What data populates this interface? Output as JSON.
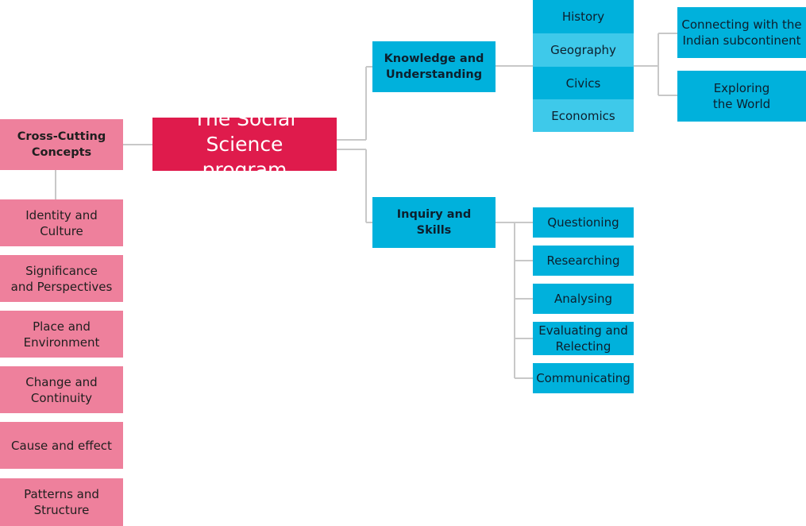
{
  "root": {
    "label": "The Social Science\nprogram"
  },
  "cross_cutting": {
    "label": "Cross-Cutting\nConcepts",
    "items": [
      "Identity and Culture",
      "Significance\nand Perspectives",
      "Place and\nEnvironment",
      "Change and\nContinuity",
      "Cause and effect",
      "Patterns and\nStructure"
    ]
  },
  "knowledge": {
    "label": "Knowledge and\nUnderstanding",
    "subjects": [
      "History",
      "Geography",
      "Civics",
      "Economics"
    ],
    "outcomes": [
      "Connecting with the\nIndian subcontinent",
      "Exploring\nthe World"
    ]
  },
  "inquiry": {
    "label": "Inquiry and\nSkills",
    "skills": [
      "Questioning",
      "Researching",
      "Analysing",
      "Evaluating and\nRelecting",
      "Communicating"
    ]
  },
  "colors": {
    "root": "#df1b4c",
    "blue": "#00b1dc",
    "blue_light": "#3ec9ea",
    "pink": "#ee809c",
    "connector": "#c8c8c8"
  }
}
